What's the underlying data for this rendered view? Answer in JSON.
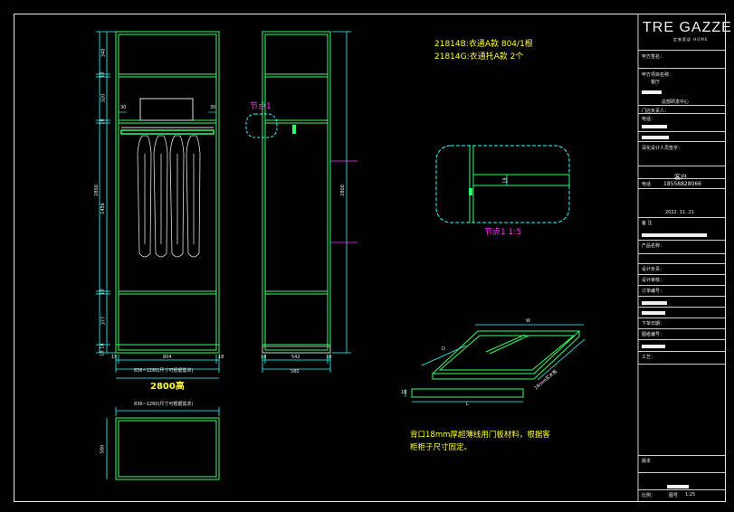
{
  "notes": {
    "line1": "21814B:衣通A款 804/1根",
    "line2": "21814G:衣通托A款 2个"
  },
  "detail": {
    "label": "节点1",
    "title": "节点1 1:5",
    "dim": "18"
  },
  "front": {
    "height_total": "2800",
    "left_dims": [
      "348",
      "18",
      "320",
      "18",
      "1456",
      "18",
      "377",
      "16",
      "18"
    ],
    "rod_gap_left": "30",
    "rod_gap_right": "30",
    "bottom_left": "15",
    "bottom_mid": "804",
    "bottom_right": "18",
    "overall_note": "836~1260(尺寸可根据需求)",
    "height_label": "2800高"
  },
  "side": {
    "total": "2800",
    "bottom_left": "18",
    "bottom_mid": "542",
    "bottom_right": "18",
    "overall": "580"
  },
  "plan": {
    "overall_note": "836~1260(尺寸可根据需求)",
    "depth": "580"
  },
  "iso": {
    "w": "W",
    "d": "D",
    "l": "L",
    "h": "18",
    "label": "18mm实木板"
  },
  "footnote": {
    "line1": "背口18mm厚超薄线用门板材料，根据客",
    "line2": "柜柜子尺寸固定。"
  },
  "titleblock": {
    "logo": "TRE GAZZE",
    "logo_sub": "定制家居 HOME",
    "r1": "甲方签名：",
    "r2": "甲方项目名称：",
    "r2b": "客厅",
    "r3": "总部研发中心",
    "r4": "门店负责人：",
    "r5": "电话：",
    "r6": "深化设计人员签字：",
    "r7": "客户",
    "r8": "电话",
    "r8b": "18558828066",
    "r9": "2022. 11. 21",
    "r10": "备 注",
    "r11": "产品名称：",
    "r12": "设计负责：",
    "r13": "设计审核：",
    "r14": "订单编号：",
    "r15": "下单日期：",
    "r16": "图纸编号：",
    "r17": "工艺：",
    "r18": "版本",
    "r19": "比例：",
    "r19b": "1:25",
    "r20": "图号"
  }
}
